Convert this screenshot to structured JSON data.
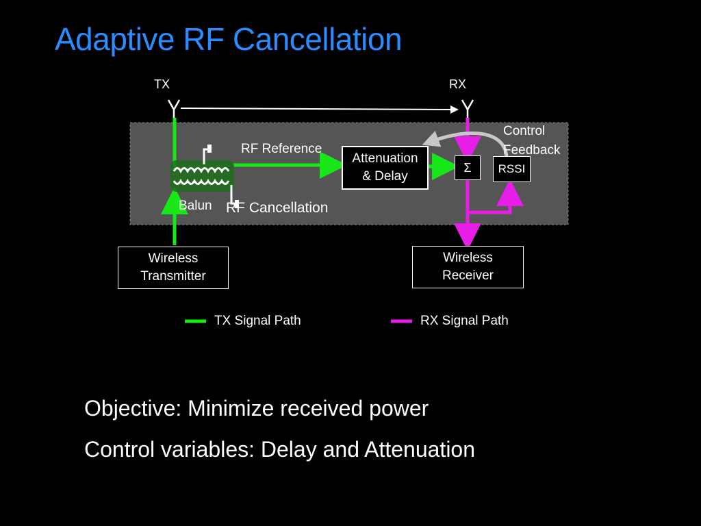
{
  "title": "Adaptive RF Cancellation",
  "diagram": {
    "tx_label": "TX",
    "rx_label": "RX",
    "rf_reference": "RF Reference",
    "attenuation_line1": "Attenuation",
    "attenuation_line2": "& Delay",
    "sum_symbol": "Σ",
    "rssi": "RSSI",
    "control_line1": "Control",
    "control_line2": "Feedback",
    "balun": "Balun",
    "rf_cancellation": "RF Cancellation",
    "transmitter_line1": "Wireless",
    "transmitter_line2": "Transmitter",
    "receiver_line1": "Wireless",
    "receiver_line2": "Receiver"
  },
  "legend": {
    "tx_path": "TX Signal Path",
    "rx_path": "RX Signal Path"
  },
  "colors": {
    "title": "#2a8cff",
    "tx_path": "#18e818",
    "rx_path": "#e61ee6",
    "panel": "#555555",
    "feedback_arrow": "#c8c8c8"
  },
  "bullets": {
    "objective": "Objective: Minimize received power",
    "control": "Control variables: Delay and Attenuation"
  }
}
